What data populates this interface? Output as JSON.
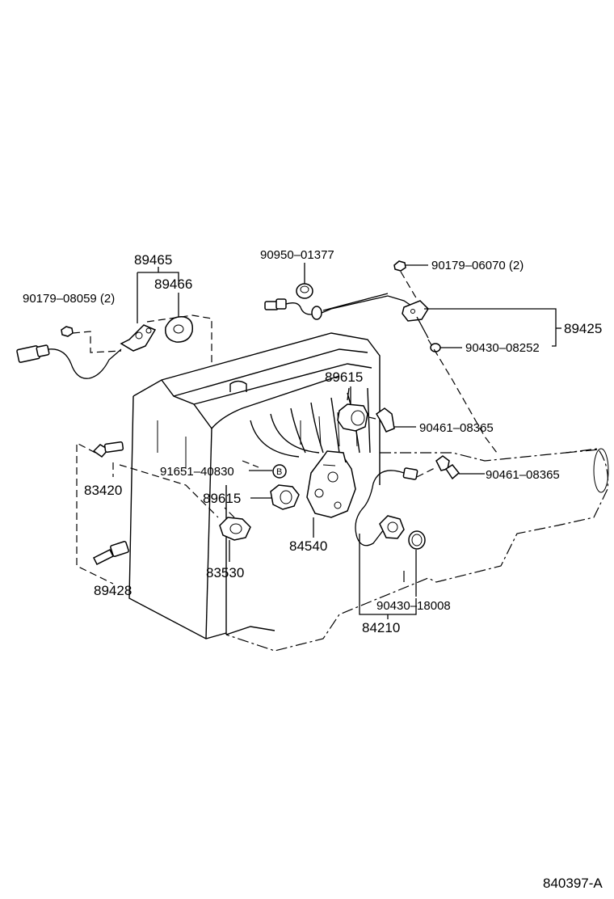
{
  "diagram_id": "840397-A",
  "labels": {
    "p89465": "89465",
    "p89466": "89466",
    "p90179_08059": "90179–08059 (2)",
    "p90950_01377": "90950–01377",
    "p90179_06070": "90179–06070 (2)",
    "p89425": "89425",
    "p90430_08252": "90430–08252",
    "p89615_top": "89615",
    "p90461_08365_a": "90461–08365",
    "p90461_08365_b": "90461–08365",
    "p91651_40830": "91651–40830",
    "callout_b": "B",
    "p89615_mid": "89615",
    "p83420": "83420",
    "p84540": "84540",
    "p83530": "83530",
    "p89428": "89428",
    "p90430_18008": "90430–18008",
    "p84210": "84210"
  }
}
